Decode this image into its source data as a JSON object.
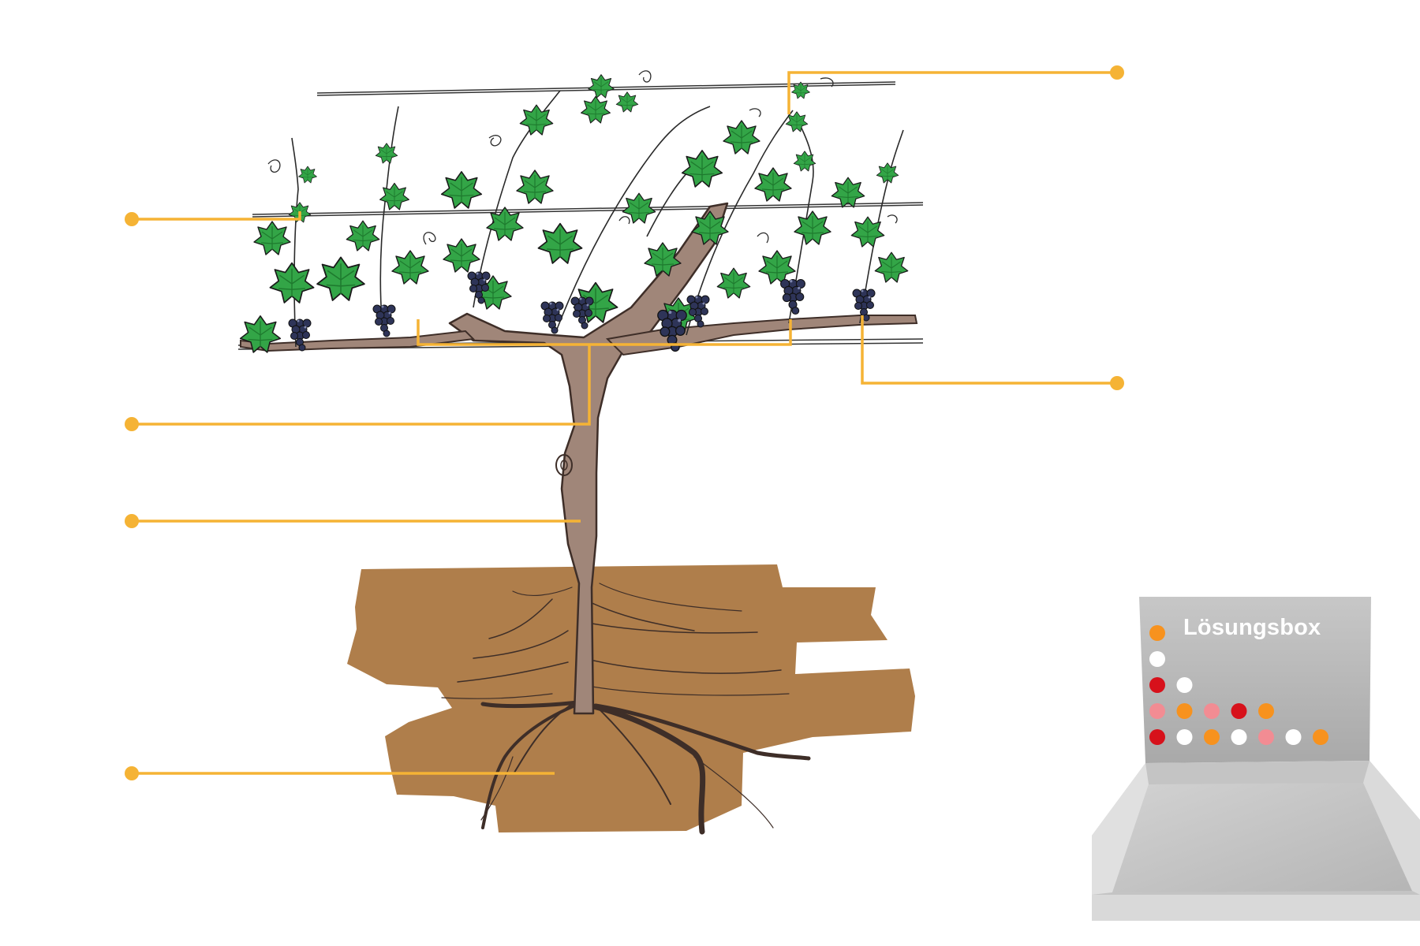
{
  "diagram": {
    "colors": {
      "leader_line": "#F5B335",
      "soil": "#AF7E4B",
      "trunk": "#A08679",
      "trunk_outline": "#3E2E28",
      "leaf": "#33A547",
      "leaf_dark": "#1E7A2E",
      "grape": "#2E3458",
      "wire": "#333333"
    },
    "labels": [
      {
        "id": "leaf",
        "text": ""
      },
      {
        "id": "arms",
        "text": ""
      },
      {
        "id": "trunk",
        "text": ""
      },
      {
        "id": "roots",
        "text": ""
      },
      {
        "id": "tendril",
        "text": ""
      },
      {
        "id": "grape-cluster",
        "text": ""
      }
    ]
  },
  "solution_box": {
    "title": "Lösungsbox",
    "colors": {
      "lid": "#B8B8B8",
      "tray": "#C8C8C8",
      "orange": "#F7921E",
      "white": "#FFFFFF",
      "red": "#D7111B",
      "pink": "#F28C93"
    },
    "tokens": [
      {
        "color": "orange"
      },
      {
        "color": "white"
      },
      {
        "color": "red"
      },
      {
        "color": "white"
      },
      {
        "color": "pink"
      },
      {
        "color": "orange"
      },
      {
        "color": "pink"
      },
      {
        "color": "red"
      },
      {
        "color": "orange"
      },
      {
        "color": "red"
      },
      {
        "color": "white"
      },
      {
        "color": "orange"
      },
      {
        "color": "white"
      },
      {
        "color": "pink"
      },
      {
        "color": "white"
      },
      {
        "color": "orange"
      }
    ]
  }
}
